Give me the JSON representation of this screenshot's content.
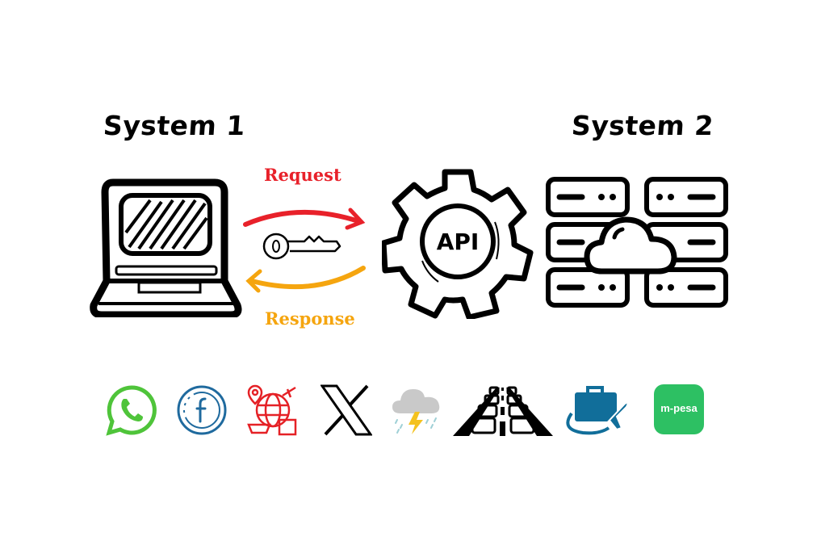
{
  "diagram": {
    "system1": {
      "title": "System 1",
      "device": "laptop-icon"
    },
    "system2": {
      "title": "System 2",
      "device": "cloud-server-icon"
    },
    "flow": {
      "request_label": "Request",
      "request_color": "#e8212a",
      "response_label": "Response",
      "response_color": "#f5a50f",
      "token": "key-icon"
    },
    "api": {
      "label": "API",
      "shape": "gear-icon"
    }
  },
  "examples": {
    "icons": [
      {
        "name": "whatsapp-icon",
        "color": "#4fc43a"
      },
      {
        "name": "facebook-icon",
        "color": "#1f6a9e"
      },
      {
        "name": "travel-logistics-icon",
        "color": "#e52126"
      },
      {
        "name": "x-twitter-icon",
        "color": "#000000"
      },
      {
        "name": "weather-storm-icon",
        "color": "#c9c9c9"
      },
      {
        "name": "traffic-icon",
        "color": "#000000"
      },
      {
        "name": "travel-booking-icon",
        "color": "#116e9a"
      },
      {
        "name": "mpesa-icon",
        "color": "#2dc063",
        "text": "m-pesa"
      }
    ]
  }
}
